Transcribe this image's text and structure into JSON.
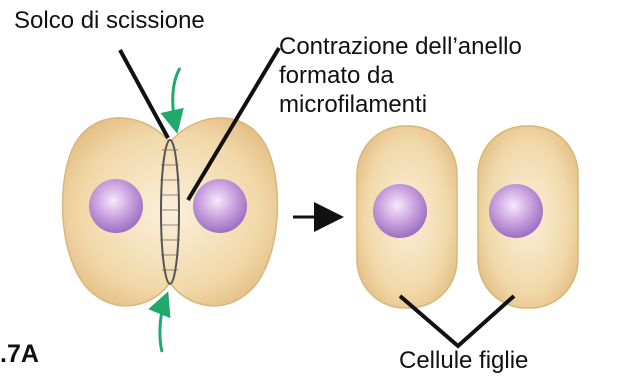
{
  "labels": {
    "cleavage_furrow": "Solco di scissione",
    "ring_line1": "Contrazione dell’anello",
    "ring_line2": "formato da",
    "ring_line3": "microfilamenti",
    "daughter_cells": "Cellule figlie",
    "figure_id": ".7A"
  },
  "colors": {
    "cell_fill": "#f1d8a8",
    "cell_edge": "#d9b77a",
    "nucleus": "#b58ad0",
    "arrow_green": "#21a86b",
    "line": "#111111"
  }
}
